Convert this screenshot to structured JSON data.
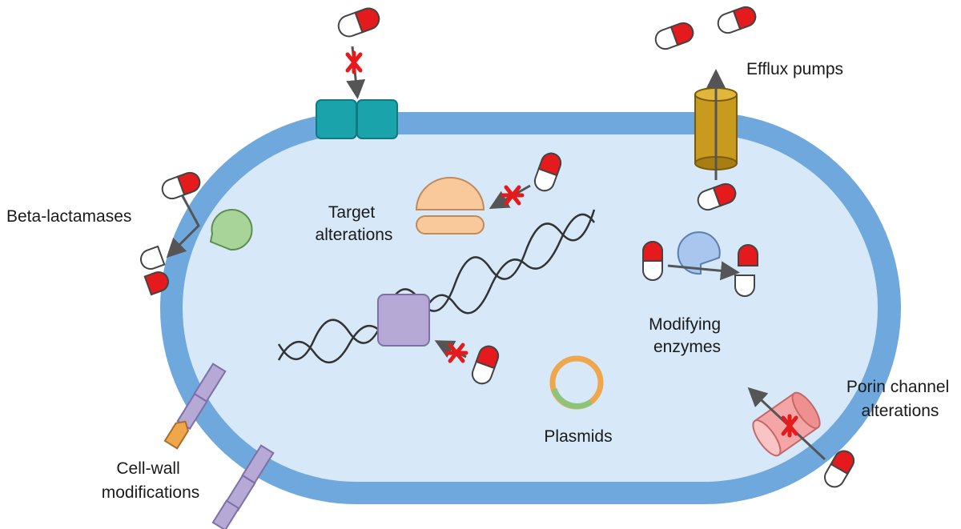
{
  "labels": {
    "efflux_pumps": "Efflux pumps",
    "beta_lactamases": "Beta-lactamases",
    "target_alterations_line1": "Target",
    "target_alterations_line2": "alterations",
    "modifying_enzymes_line1": "Modifying",
    "modifying_enzymes_line2": "enzymes",
    "porin_line1": "Porin channel",
    "porin_line2": "alterations",
    "cell_wall_line1": "Cell-wall",
    "cell_wall_line2": "modifications",
    "plasmids": "Plasmids"
  },
  "colors": {
    "cell_wall": "#6fa8dc",
    "cytoplasm": "#d7e8f8",
    "capsule_red": "#e41a1c",
    "inhibition_cross": "#e41a1c",
    "arrow": "#555555",
    "target_protein": "#f9c89b",
    "efflux_pump": "#c89a1e",
    "teal_receptor": "#1ba3ac",
    "beta_lactamase": "#a8d49a",
    "modifying_enzyme": "#a9c6ef",
    "dna_protein": "#b6a9d6",
    "porin": "#f4a6a6",
    "plasmid_outer": "#f0a64a",
    "plasmid_inner": "#8cc47a",
    "peptidoglycan": "#b6a9d6",
    "cell_wall_tip": "#f0a64a"
  }
}
